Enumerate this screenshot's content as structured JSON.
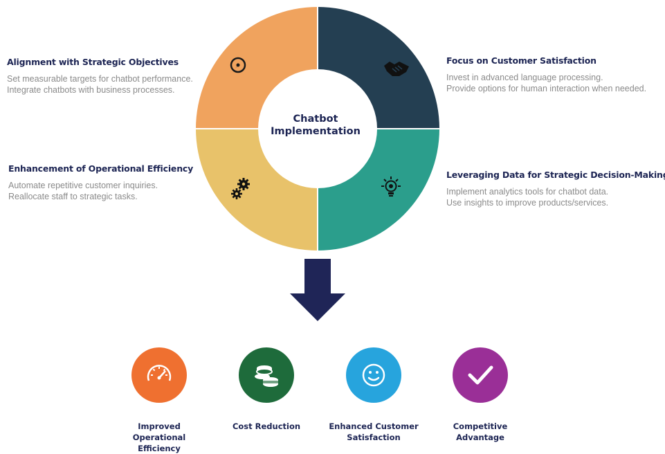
{
  "center": {
    "line1": "Chatbot",
    "line2": "Implementation"
  },
  "segments": [
    {
      "name": "alignment",
      "color": "#f0a35e",
      "icon": "compass-icon"
    },
    {
      "name": "customer-satisfaction",
      "color": "#243f52",
      "icon": "handshake-icon"
    },
    {
      "name": "data",
      "color": "#2b9e8c",
      "icon": "lightbulb-icon"
    },
    {
      "name": "operational",
      "color": "#e8c26a",
      "icon": "gears-icon"
    }
  ],
  "blocks": {
    "alignment": {
      "title": "Alignment with Strategic Objectives",
      "line1": "Set measurable targets for chatbot performance.",
      "line2": "Integrate chatbots with business processes."
    },
    "operational": {
      "title": "Enhancement of Operational Efficiency",
      "line1": "Automate repetitive customer inquiries.",
      "line2": "Reallocate staff to strategic tasks."
    },
    "customer": {
      "title": "Focus on Customer Satisfaction",
      "line1": "Invest in advanced language processing.",
      "line2": "Provide options for human interaction when needed."
    },
    "data": {
      "title": "Leveraging Data for Strategic Decision-Making",
      "line1": "Implement analytics tools for chatbot data.",
      "line2": "Use insights to improve products/services."
    }
  },
  "arrow_color": "#1f2557",
  "outcomes": [
    {
      "line1": "Improved",
      "line2": "Operational",
      "line3": "Efficiency",
      "color": "#ef7030",
      "icon": "speedometer-icon"
    },
    {
      "line1": "Cost Reduction",
      "line2": "",
      "line3": "",
      "color": "#1e6b3b",
      "icon": "coins-icon"
    },
    {
      "line1": "Enhanced Customer",
      "line2": "Satisfaction",
      "line3": "",
      "color": "#27a4dd",
      "icon": "smiley-icon"
    },
    {
      "line1": "Competitive",
      "line2": "Advantage",
      "line3": "",
      "color": "#9a2f97",
      "icon": "checkmark-icon"
    }
  ]
}
